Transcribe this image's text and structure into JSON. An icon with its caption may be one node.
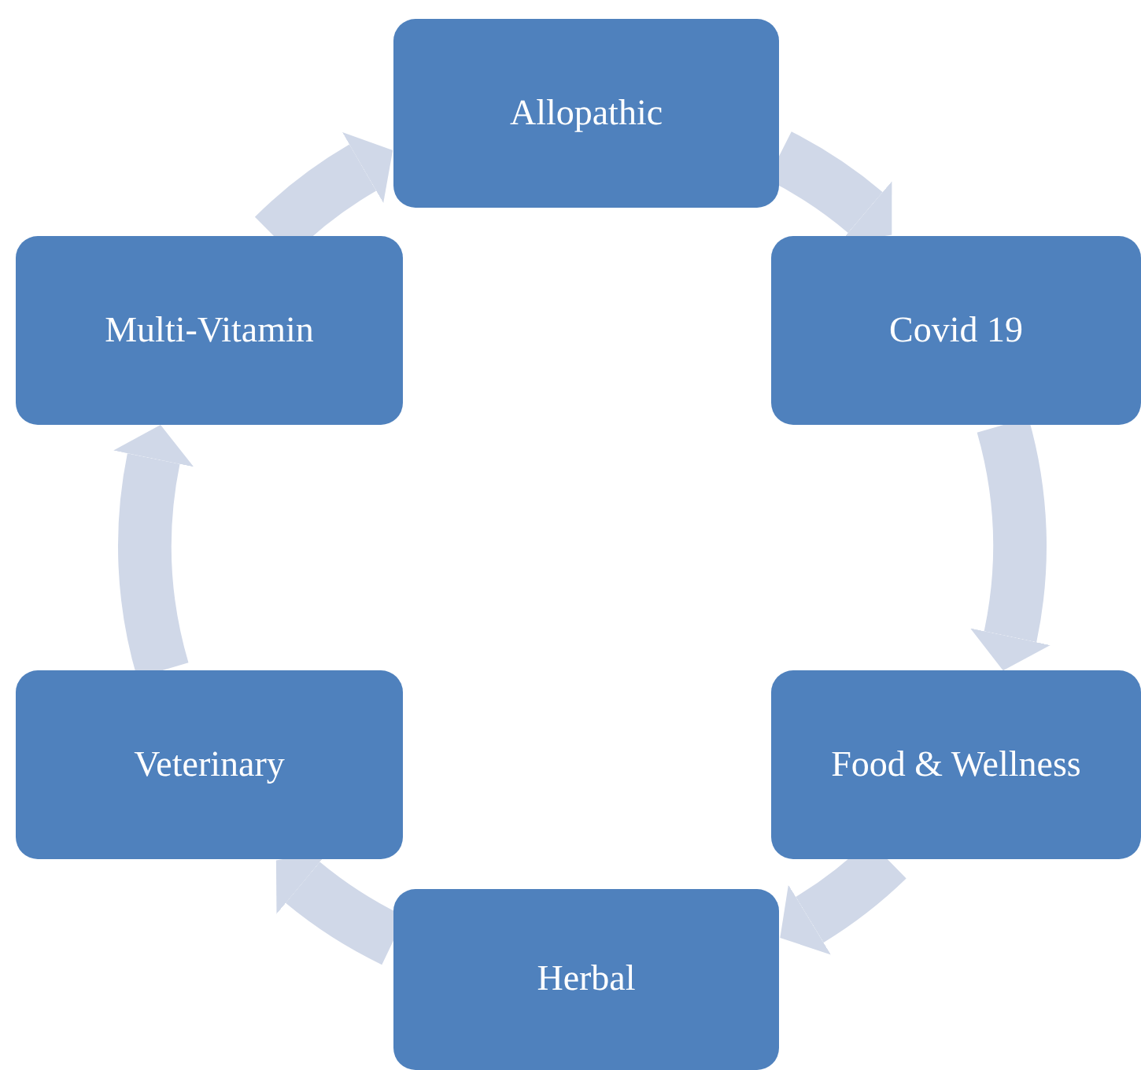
{
  "diagram": {
    "nodes": [
      {
        "text": [
          "Allopathic"
        ]
      },
      {
        "text": [
          "Covid 19"
        ]
      },
      {
        "text": [
          "Food & Wellness"
        ]
      },
      {
        "text": [
          "Herbal"
        ]
      },
      {
        "text": [
          "Veterinary"
        ]
      },
      {
        "text": [
          "Multi-Vitamin"
        ]
      }
    ],
    "edges": [
      {
        "from": 0,
        "to": 1,
        "arrow": "to"
      },
      {
        "from": 1,
        "to": 2,
        "arrow": "to"
      },
      {
        "from": 2,
        "to": 3,
        "arrow": "to"
      },
      {
        "from": 3,
        "to": 4,
        "arrow": "to"
      },
      {
        "from": 4,
        "to": 5,
        "arrow": "to"
      },
      {
        "from": 5,
        "to": 0,
        "arrow": "to"
      }
    ]
  }
}
